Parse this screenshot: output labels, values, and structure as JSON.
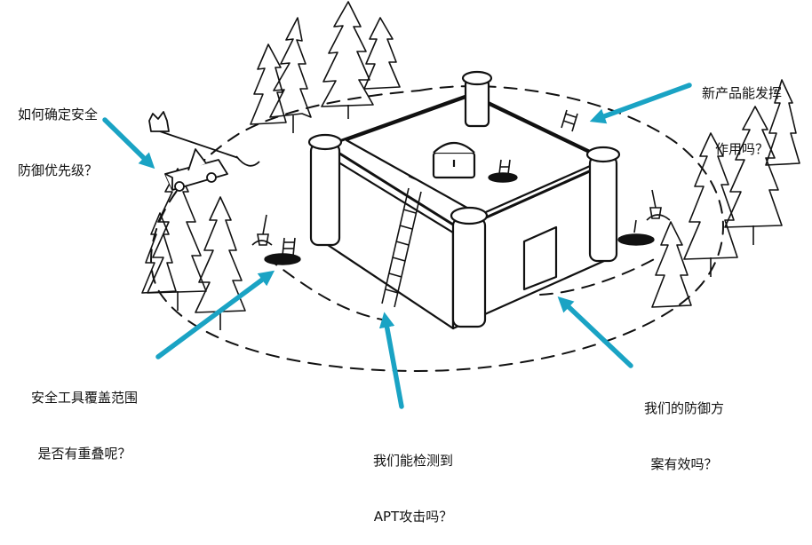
{
  "colors": {
    "arrow": "#1aa3c4",
    "ink": "#111111",
    "background": "#ffffff"
  },
  "questions": {
    "priority": {
      "line1": "如何确定安全",
      "line2": "防御优先级？"
    },
    "product": {
      "line1": "新产品能发挥",
      "line2": "作用吗？"
    },
    "coverage": {
      "line1": "安全工具覆盖范围",
      "line2": "是否有重叠呢？"
    },
    "apt": {
      "line1": "我们能检测到",
      "line2": "APT攻击吗？"
    },
    "effective": {
      "line1": "我们的防御方",
      "line2": "案有效吗？"
    }
  }
}
